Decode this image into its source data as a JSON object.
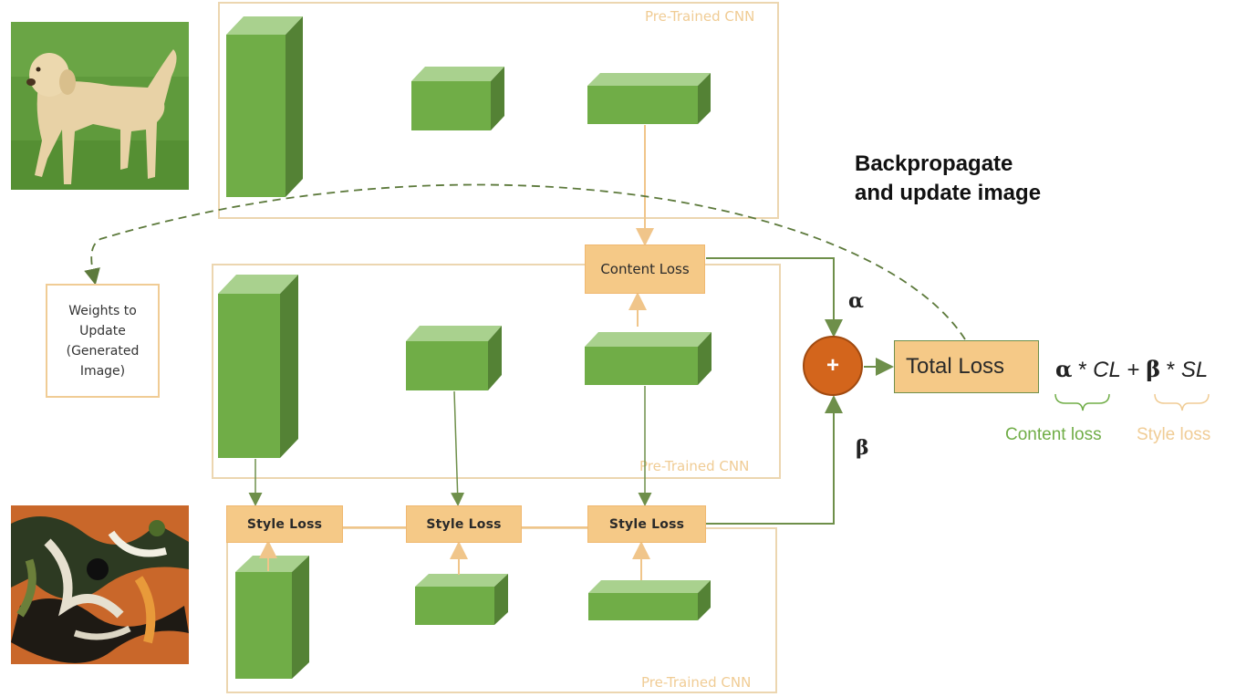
{
  "cnn_label": "Pre-Trained CNN",
  "weights_box": {
    "lines": [
      "Weights to",
      "Update",
      "(Generated",
      "Image)"
    ]
  },
  "content_loss_label": "Content Loss",
  "style_loss_label": "Style Loss",
  "plus_symbol": "+",
  "alpha_symbol": "α",
  "beta_symbol": "β",
  "total_loss_label": "Total Loss",
  "backprop_label": {
    "line1": "Backpropagate",
    "line2": "and update image"
  },
  "formula": {
    "alpha": "α",
    "op1": " * ",
    "cl": "CL",
    "plus": " + ",
    "beta": "β",
    "op2": " * ",
    "sl": "SL"
  },
  "content_loss_note": "Content loss",
  "style_loss_note": "Style loss",
  "colors": {
    "block_front": "#70ad47",
    "block_top": "#a9d18e",
    "block_side": "#548235",
    "cnn_border": "#ecd6b0",
    "loss_fill": "#f5c987",
    "arrow_green": "#6e8f4a",
    "arrow_tan": "#f0c58a",
    "plus_fill": "#d3651c",
    "content_note": "#70ad47",
    "style_note": "#f0cc95"
  },
  "images": {
    "content": "labrador-dog-photo",
    "style": "abstract-painting"
  }
}
